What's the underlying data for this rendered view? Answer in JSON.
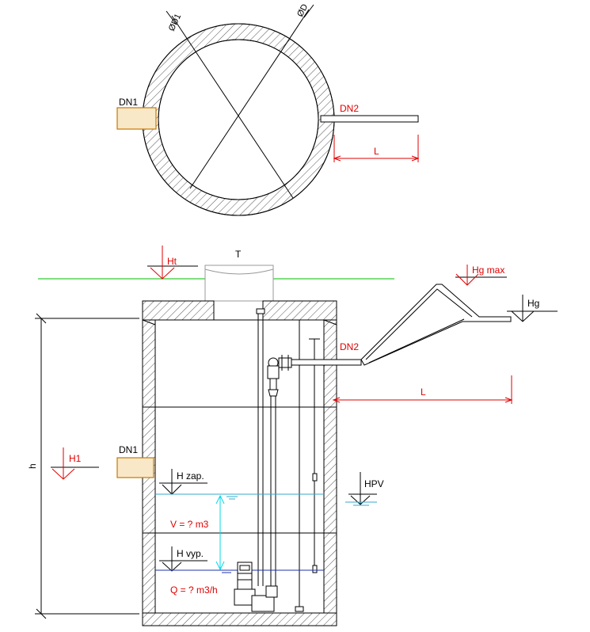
{
  "labels": {
    "dn1_top": "DN1",
    "dn2_top": "DN2",
    "diam_inner": "ØD1",
    "diam_outer": "ØD",
    "len_top": "L",
    "top_cover": "T",
    "ht": "Ht",
    "hg_max": "Hg max",
    "hg": "Hg",
    "dn2_side": "DN2",
    "len_side": "L",
    "h": "h",
    "dn1_side": "DN1",
    "h1": "H1",
    "h_zap": "H zap.",
    "hpv": "HPV",
    "volume": "V = ? m3",
    "h_vyp": "H vyp.",
    "flow": "Q = ? m3/h"
  },
  "colors": {
    "line": "#000000",
    "dimension": "#e00000",
    "ground": "#33cc33",
    "water_high": "#33aacc",
    "water_low": "#2233aa",
    "pipe_fill": "#f8e8c8",
    "pipe_stroke": "#c87800",
    "cyan_arrow": "#00d8e8"
  }
}
